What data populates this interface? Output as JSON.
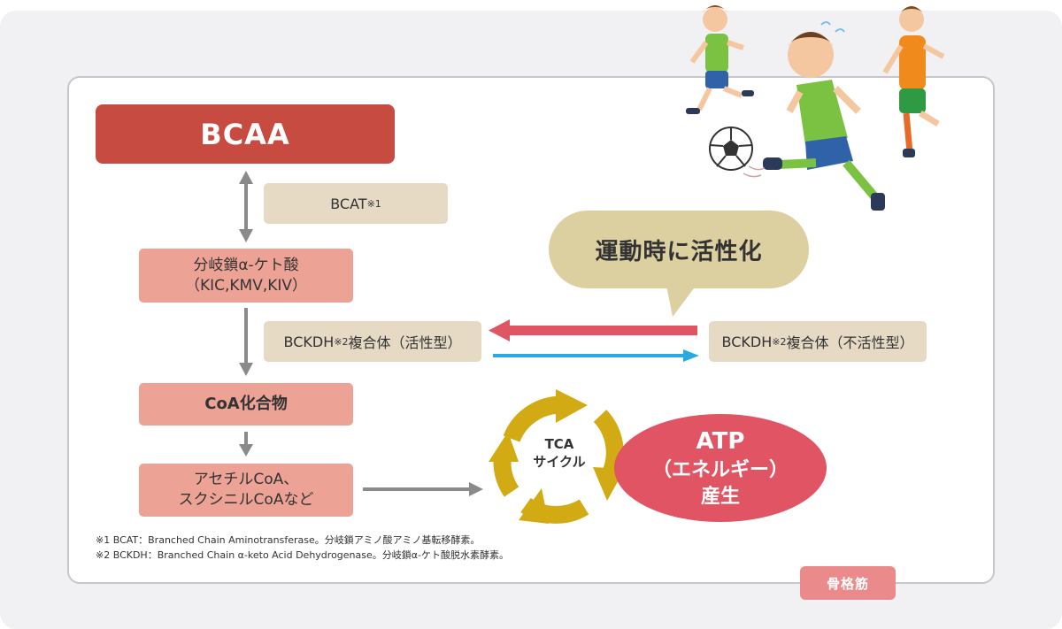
{
  "diagram": {
    "bcaa_label": "BCAA",
    "bcat_label": "BCAT",
    "bcat_note_mark": "※1",
    "ketoacid_line1": "分岐鎖α-ケト酸",
    "ketoacid_line2": "（KIC,KMV,KIV）",
    "bckdh_label": "BCKDH",
    "bckdh_note_mark": "※2",
    "bckdh_active_suffix": "複合体（活性型）",
    "bckdh_inactive_suffix": "複合体（不活性型）",
    "bubble_text": "運動時に活性化",
    "coa_label": "CoA化合物",
    "acetyl_line1": "アセチルCoA、",
    "acetyl_line2": "スクシニルCoAなど",
    "tca_line1": "TCA",
    "tca_line2": "サイクル",
    "atp_line1": "ATP",
    "atp_line2": "（エネルギー）",
    "atp_line3": "産生",
    "note1": "※1 BCAT：Branched Chain Aminotransferase。分岐鎖アミノ酸アミノ基転移酵素。",
    "note2": "※2 BCKDH：Branched Chain α-keto Acid Dehydrogenase。分岐鎖α-ケト酸脱水素酵素。",
    "tag_label": "骨格筋"
  },
  "colors": {
    "bcaa_red": "#c84b41",
    "pink_box": "#eca396",
    "enzyme_beige": "#e6dac5",
    "bubble_tan": "#ddd0a0",
    "arrow_red": "#e05564",
    "arrow_blue": "#2aa9e0",
    "cycle_gold": "#d2aa14",
    "atp_red": "#e05463",
    "tag_pink": "#ea8a8a"
  }
}
